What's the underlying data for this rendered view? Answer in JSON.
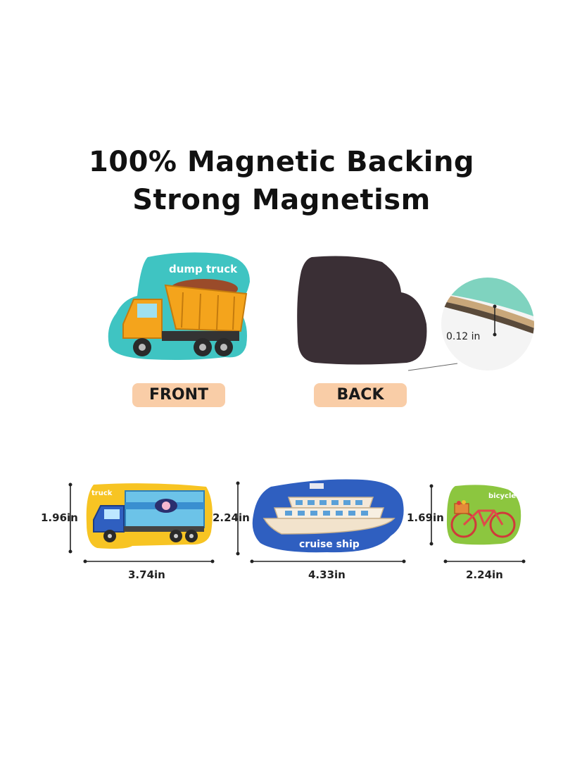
{
  "headline": {
    "line1": "100% Magnetic Backing",
    "line2": "Strong Magnetism"
  },
  "magnets": {
    "dump_truck": {
      "caption": "dump truck"
    },
    "truck": {
      "caption": "truck"
    },
    "cruise_ship": {
      "caption": "cruise ship"
    },
    "bicycle": {
      "caption": "bicycle"
    }
  },
  "labels": {
    "front": "FRONT",
    "back": "BACK",
    "thickness": "0.12 in"
  },
  "dimensions": {
    "truck": {
      "height": "1.96in",
      "width": "3.74in"
    },
    "cruise_ship": {
      "height": "2.24in",
      "width": "4.33in"
    },
    "bicycle": {
      "height": "1.69in",
      "width": "2.24in"
    }
  },
  "colors": {
    "teal": "#3fc4c2",
    "yellow": "#f7c423",
    "blue": "#2f5fc0",
    "green": "#8cc63f",
    "back": "#3a2f35",
    "pill": "#f9cda7"
  }
}
